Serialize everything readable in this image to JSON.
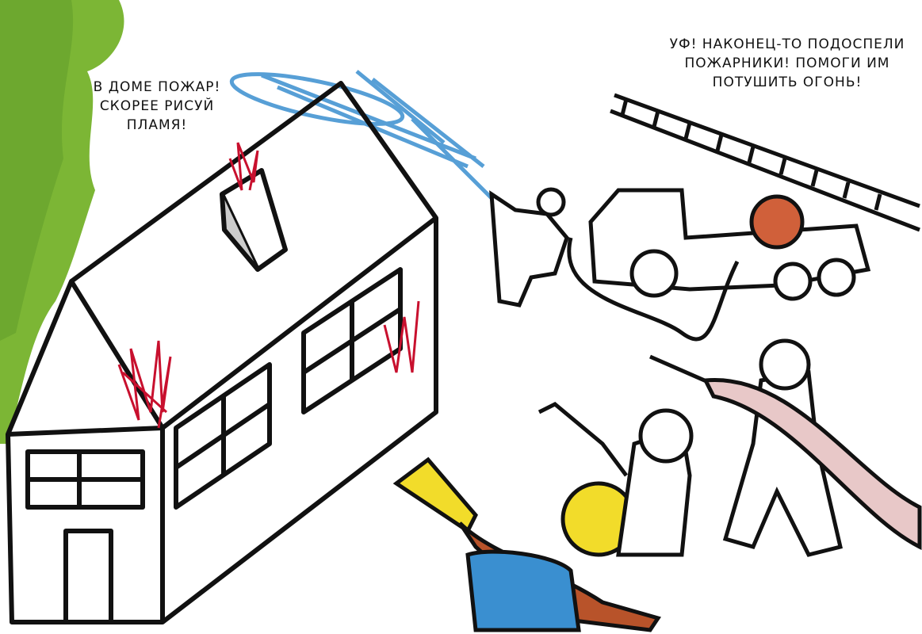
{
  "captions": {
    "left": [
      "В ДОМЕ ПОЖАР!",
      "СКОРЕЕ РИСУЙ",
      "ПЛАМЯ!"
    ],
    "right": [
      "УФ! НАКОНЕЦ-ТО ПОДОСПЕЛИ",
      "ПОЖАРНИКИ! ПОМОГИ ИМ",
      "ПОТУШИТЬ ОГОНЬ!"
    ]
  },
  "colors": {
    "paint_green": "#7cb635",
    "water_blue": "#3a8fd0",
    "flame_red": "#c8102e",
    "hose_brown": "#b8532a",
    "helmet_yellow": "#f2dc2a",
    "ink": "#111111"
  }
}
